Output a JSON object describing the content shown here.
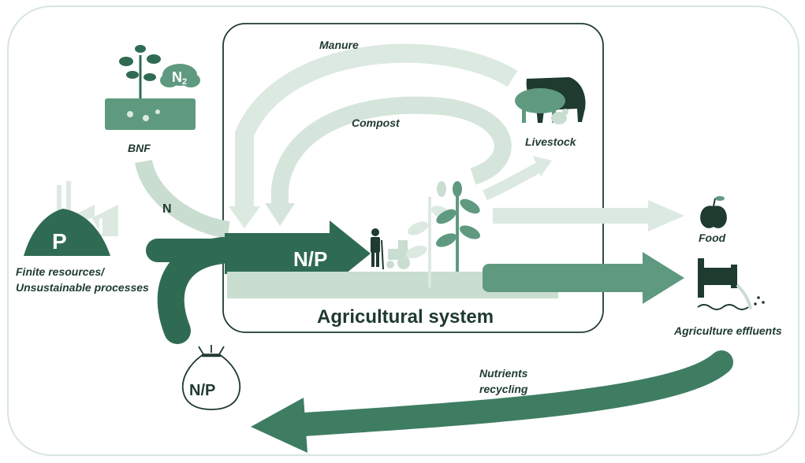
{
  "diagram": {
    "central_box_title": "Agricultural system",
    "labels": {
      "manure": "Manure",
      "compost": "Compost",
      "livestock": "Livestock",
      "bnf": "BNF",
      "n_input": "N",
      "n2": "N",
      "n2_subscript": "2",
      "np_main": "N/P",
      "finite_resources_line1": "Finite resources/",
      "finite_resources_line2": "Unsustainable processes",
      "food": "Food",
      "agriculture_effluents": "Agriculture effluents",
      "nutrients_line1": "Nutrients",
      "nutrients_line2": "recycling",
      "sack": "N/P",
      "resource_p": "P",
      "resource_n": "N"
    },
    "colors": {
      "dark_green": "#2f6b53",
      "medium_green": "#5f9a80",
      "light_green": "#c9ddd1",
      "pale_green": "#dce9e1",
      "ink": "#1f3a2f"
    },
    "icons": [
      "soybean-plant-icon",
      "n2-cloud-icon",
      "factory-icon",
      "resource-pile-icon",
      "livestock-icon",
      "farmer-icon",
      "tractor-icon",
      "crop-plant-icon",
      "apple-icon",
      "effluent-pipe-icon",
      "nutrient-sack-icon"
    ]
  }
}
